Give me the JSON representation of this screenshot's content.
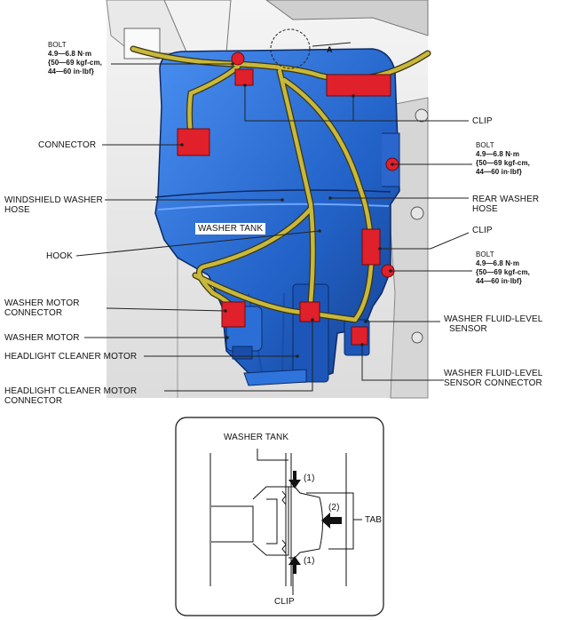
{
  "top_labels": {
    "bolt1": {
      "title": "BOLT",
      "l1": "4.9—6.8 N·m",
      "l2": "{50—69 kgf-cm,",
      "l3": "44—60 in·lbf}"
    },
    "bolt2": {
      "title": "BOLT",
      "l1": "4.9—6.8 N·m",
      "l2": "{50—69 kgf-cm,",
      "l3": "44—60 in·lbf}"
    },
    "bolt3": {
      "title": "BOLT",
      "l1": "4.9—6.8 N·m",
      "l2": "{50—69 kgf-cm,",
      "l3": "44—60 in·lbf}"
    },
    "connector": "CONNECTOR",
    "windshield_hose_l1": "WINDSHIELD WASHER",
    "windshield_hose_l2": "HOSE",
    "washer_tank": "WASHER TANK",
    "hook": "HOOK",
    "washer_motor_connector_l1": "WASHER MOTOR",
    "washer_motor_connector_l2": "CONNECTOR",
    "washer_motor": "WASHER MOTOR",
    "headlight_cleaner_motor": "HEADLIGHT CLEANER MOTOR",
    "headlight_cleaner_conn_l1": "HEADLIGHT CLEANER MOTOR",
    "headlight_cleaner_conn_l2": "CONNECTOR",
    "clip_top": "CLIP",
    "rear_hose_l1": "REAR WASHER",
    "rear_hose_l2": "HOSE",
    "clip_right": "CLIP",
    "fluid_sensor_l1": "WASHER FLUID-LEVEL",
    "fluid_sensor_l2": "SENSOR",
    "fluid_sensor_conn_l1": "WASHER FLUID-LEVEL",
    "fluid_sensor_conn_l2": "SENSOR CONNECTOR",
    "view_marker": "A"
  },
  "detail": {
    "washer_tank": "WASHER TANK",
    "tab": "TAB",
    "clip": "CLIP",
    "step1_top": "(1)",
    "step2": "(2)",
    "step1_bottom": "(1)"
  },
  "colors": {
    "tank": "#2b6fd6",
    "hose": "#c8b83c",
    "clip": "#e0202a"
  }
}
